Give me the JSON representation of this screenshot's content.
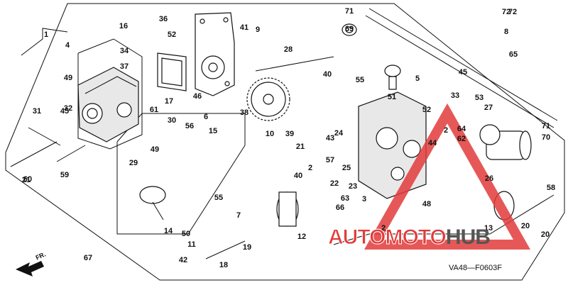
{
  "diagram": {
    "code": "VA48—F0603F",
    "direction_label": "FR.",
    "callouts": [
      "1",
      "2",
      "2",
      "2",
      "3",
      "4",
      "5",
      "6",
      "7",
      "8",
      "9",
      "10",
      "11",
      "12",
      "13",
      "14",
      "15",
      "16",
      "17",
      "18",
      "19",
      "20",
      "20",
      "21",
      "21",
      "22",
      "23",
      "24",
      "25",
      "26",
      "27",
      "28",
      "29",
      "30",
      "31",
      "32",
      "33",
      "34",
      "36",
      "37",
      "38",
      "39",
      "40",
      "40",
      "41",
      "42",
      "43",
      "44",
      "45",
      "45",
      "46",
      "48",
      "49",
      "49",
      "50",
      "51",
      "52",
      "52",
      "53",
      "55",
      "55",
      "56",
      "57",
      "58",
      "59",
      "60",
      "61",
      "62",
      "63",
      "64",
      "65",
      "66",
      "67",
      "69",
      "70",
      "71",
      "71",
      "72",
      "72"
    ]
  },
  "watermark": {
    "word_red": "AUTOMOTO",
    "word_gray": "HUB",
    "color_red": "#e23b3b",
    "color_gray": "#555555"
  }
}
